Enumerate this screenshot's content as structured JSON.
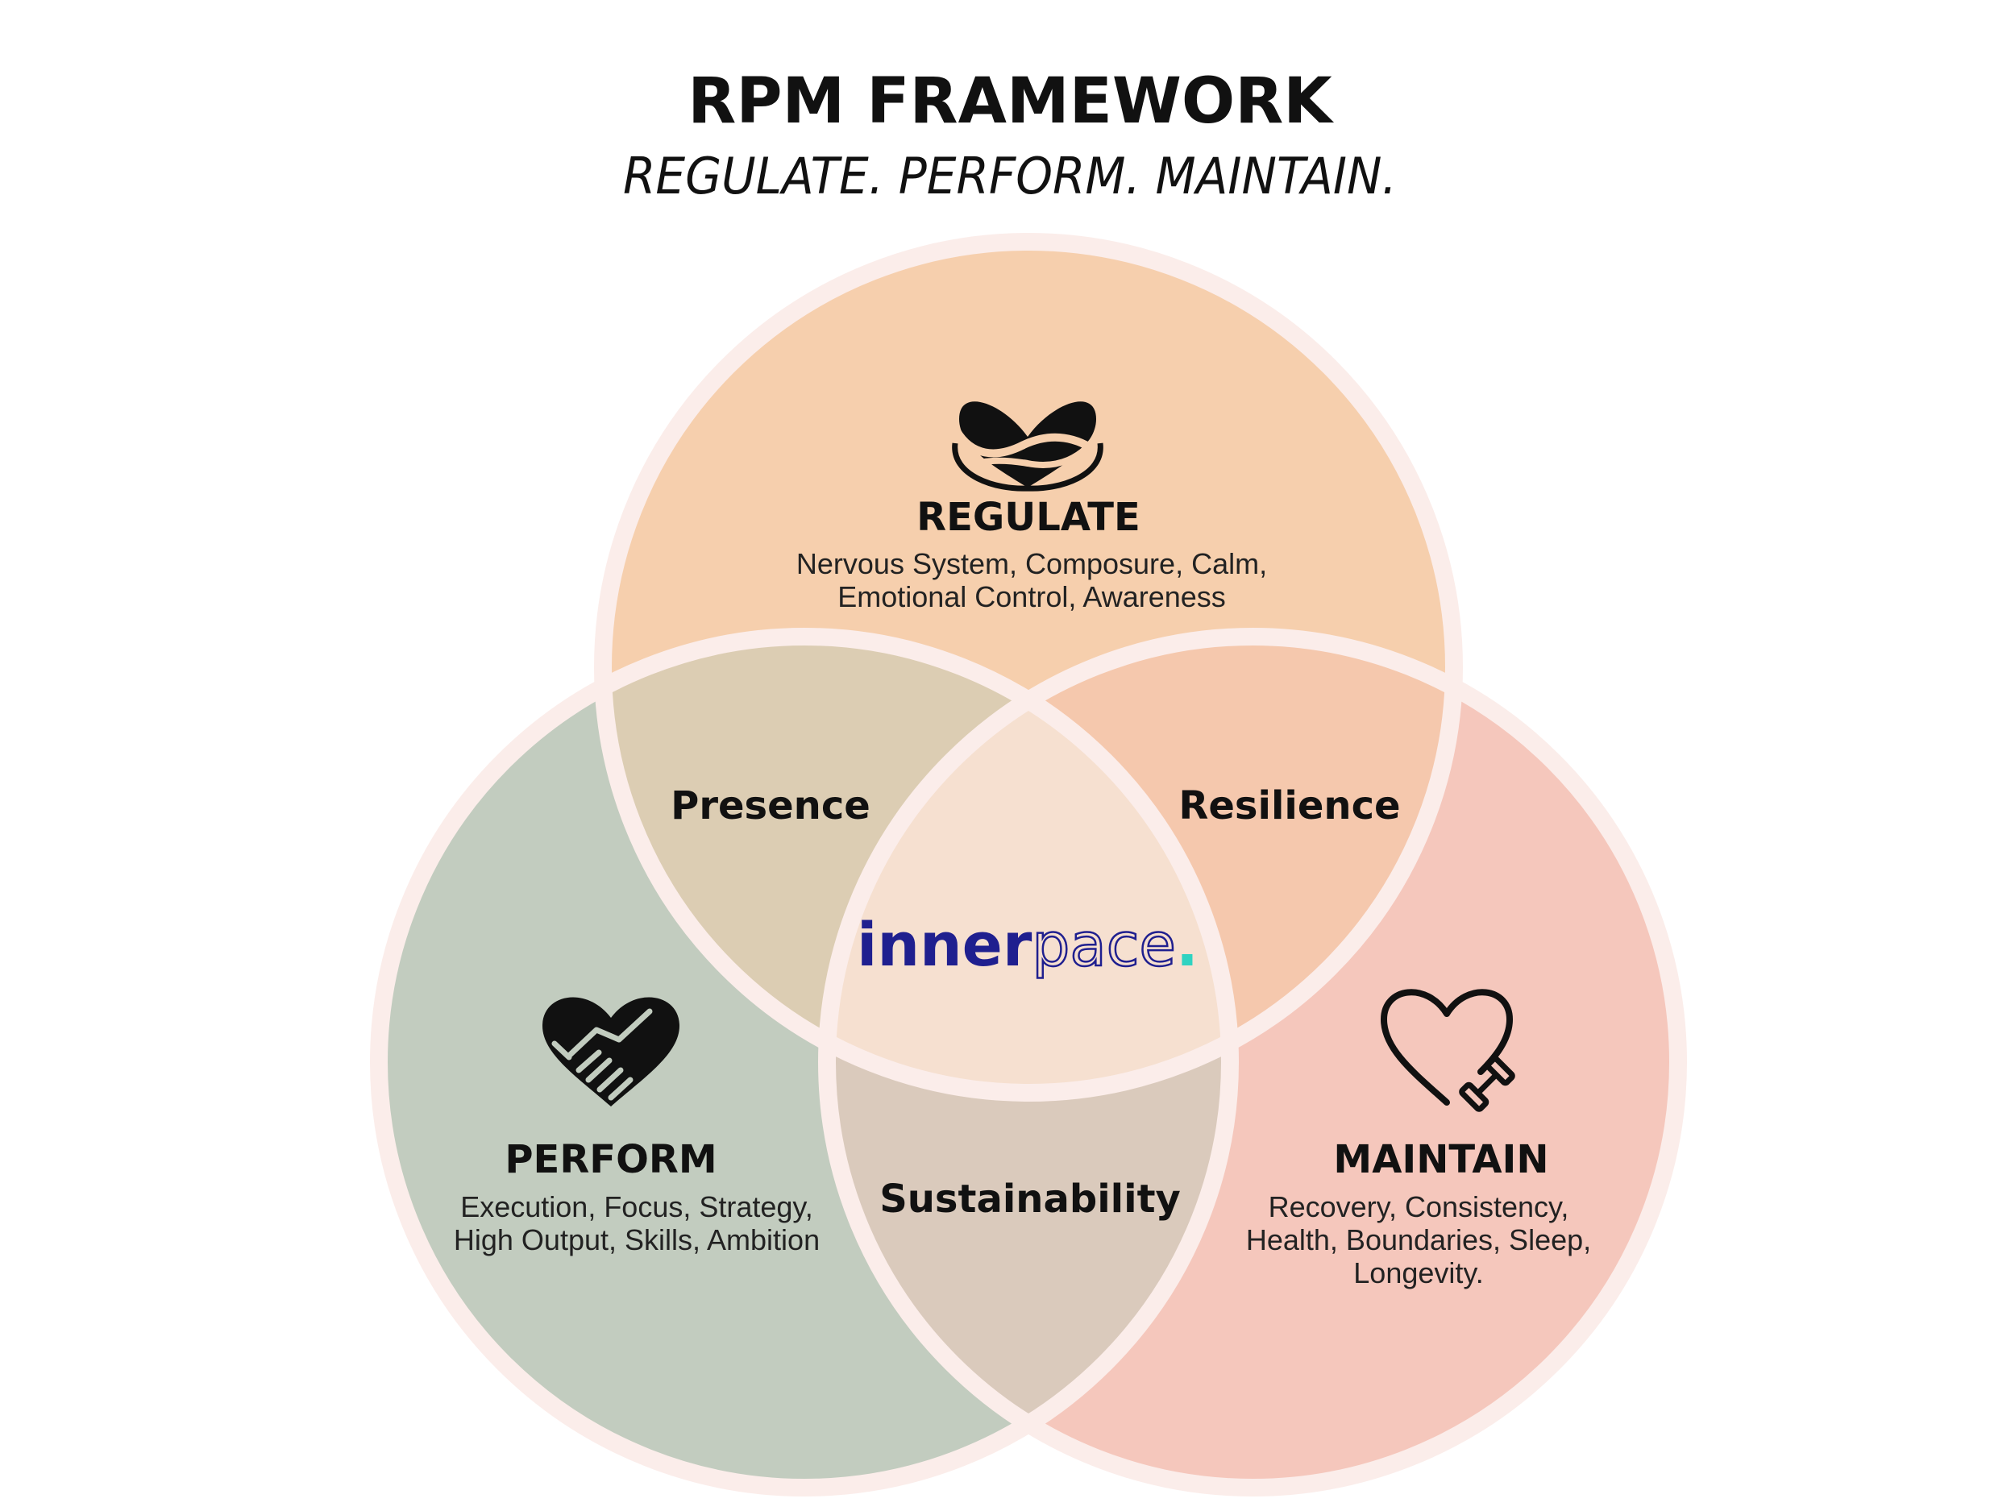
{
  "header": {
    "title": "RPM FRAMEWORK",
    "subtitle": "REGULATE. PERFORM. MAINTAIN."
  },
  "sets": {
    "regulate": {
      "title": "REGULATE",
      "description_lines": [
        "Nervous System, Composure, Calm,",
        "Emotional Control, Awareness"
      ],
      "icon": "heart-hug-icon",
      "color": "#F6CFAD"
    },
    "perform": {
      "title": "PERFORM",
      "description_lines": [
        "Execution, Focus, Strategy,",
        "High Output, Skills, Ambition"
      ],
      "icon": "heart-handshake-icon",
      "color": "#C2CCBF"
    },
    "maintain": {
      "title": "MAINTAIN",
      "description_lines": [
        "Recovery, Consistency,",
        "Health, Boundaries, Sleep,",
        "Longevity."
      ],
      "icon": "heart-dumbbell-icon",
      "color": "#F5C7BC"
    }
  },
  "overlaps": {
    "regulate_perform": "Presence",
    "regulate_maintain": "Resilience",
    "perform_maintain": "Sustainability"
  },
  "center": {
    "brand_part1": "inner",
    "brand_part2": "pace",
    "brand_dot": ".",
    "color_primary": "#1F1F8F",
    "color_accent": "#2FD3C1"
  },
  "colors": {
    "outline": "#FBEDEA",
    "overlap_regulate_perform": "#DCCDB3",
    "overlap_regulate_maintain": "#F5C8AD",
    "overlap_perform_maintain": "#DACABC",
    "center_fill": "#F6E0D0",
    "text": "#111111"
  }
}
